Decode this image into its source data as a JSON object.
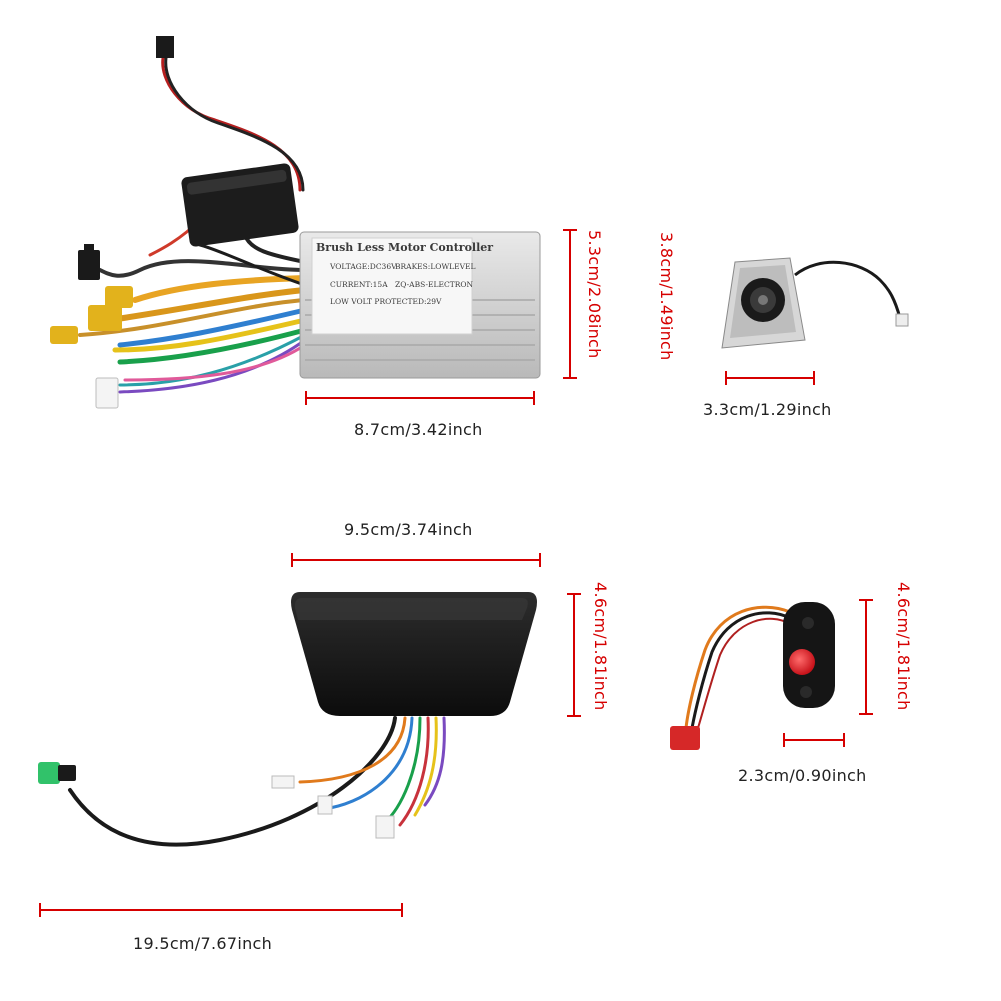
{
  "colors": {
    "dimension": "#d60000",
    "label_text": "#222222",
    "controller_body": "#c8c8c8",
    "display_body": "#1b1b1b",
    "switch_button": "#e8232b"
  },
  "controller": {
    "title": "Brush Less Motor Controller",
    "voltage": "VOLTAGE:DC36V",
    "brakes": "BRAKES:LOWLEVEL",
    "current": "CURRENT:15A",
    "maker": "ZQ-ABS-ELECTRON",
    "low_volt": "LOW VOLT PROTECTED:29V"
  },
  "dimensions": {
    "controller_width": "8.7cm/3.42inch",
    "controller_height": "5.3cm/2.08inch",
    "throttle_width": "3.3cm/1.29inch",
    "throttle_height": "3.8cm/1.49inch",
    "display_width": "9.5cm/3.74inch",
    "display_height": "4.6cm/1.81inch",
    "display_cable_length": "19.5cm/7.67inch",
    "switch_width": "2.3cm/0.90inch",
    "switch_height": "4.6cm/1.81inch"
  }
}
